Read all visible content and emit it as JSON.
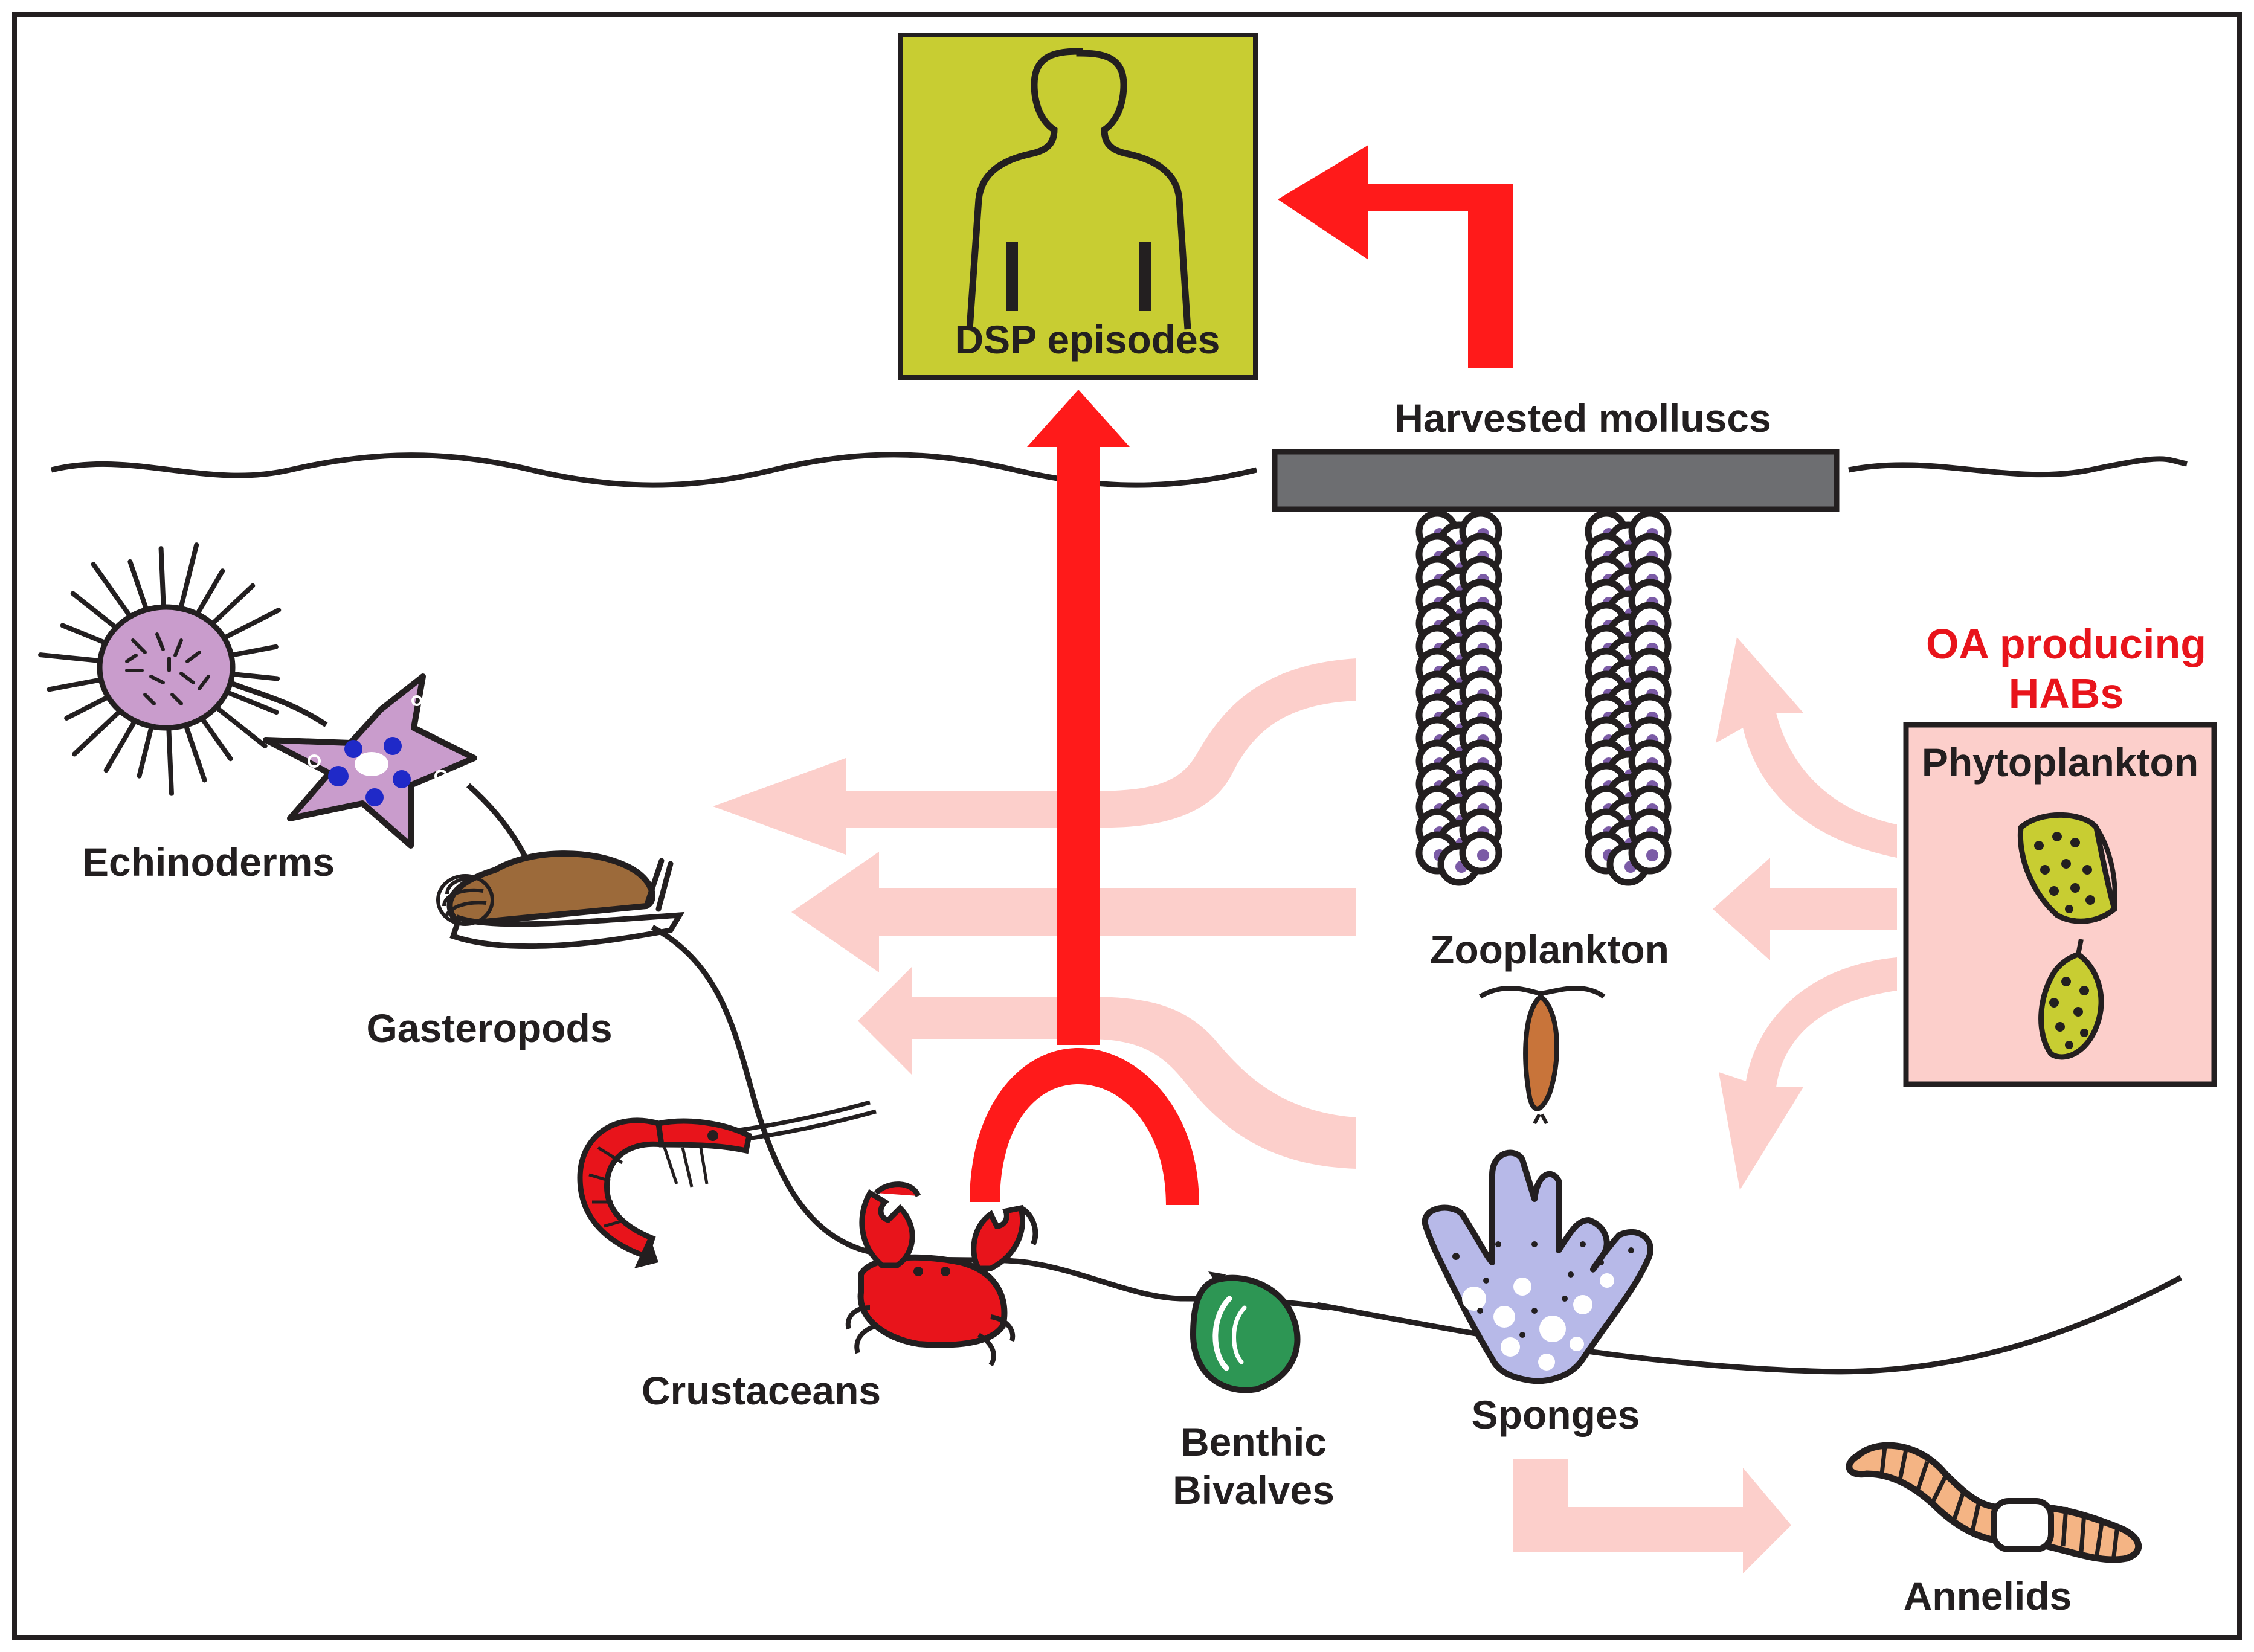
{
  "labels": {
    "dsp_episodes": "DSP episodes",
    "harvested_molluscs": "Harvested molluscs",
    "oa_producing_line1": "OA producing",
    "oa_producing_line2": "HABs",
    "phytoplankton": "Phytoplankton",
    "zooplankton": "Zooplankton",
    "echinoderms": "Echinoderms",
    "gasteropods": "Gasteropods",
    "crustaceans": "Crustaceans",
    "benthic_line1": "Benthic",
    "benthic_line2": "Bivalves",
    "sponges": "Sponges",
    "annelids": "Annelids"
  },
  "colors": {
    "red_arrow": "#ff1a1a",
    "pink_arrow": "#fccfcb",
    "dsp_box": "#c8cd32",
    "phyto_box": "#fccfcb",
    "mollusc_bar": "#6d6e71",
    "outline": "#231f20",
    "oa_text": "#e8141b"
  },
  "icons": {
    "human": "human-silhouette-icon",
    "urchin": "sea-urchin-icon",
    "starfish": "starfish-icon",
    "snail": "snail-icon",
    "shrimp": "shrimp-icon",
    "crab": "crab-icon",
    "bivalve": "bivalve-icon",
    "sponge": "sponge-icon",
    "copepod": "copepod-icon",
    "worm": "worm-icon",
    "dinoflagellate": "dinoflagellate-icon",
    "mussel_ropes": "mussel-rope-icon"
  }
}
